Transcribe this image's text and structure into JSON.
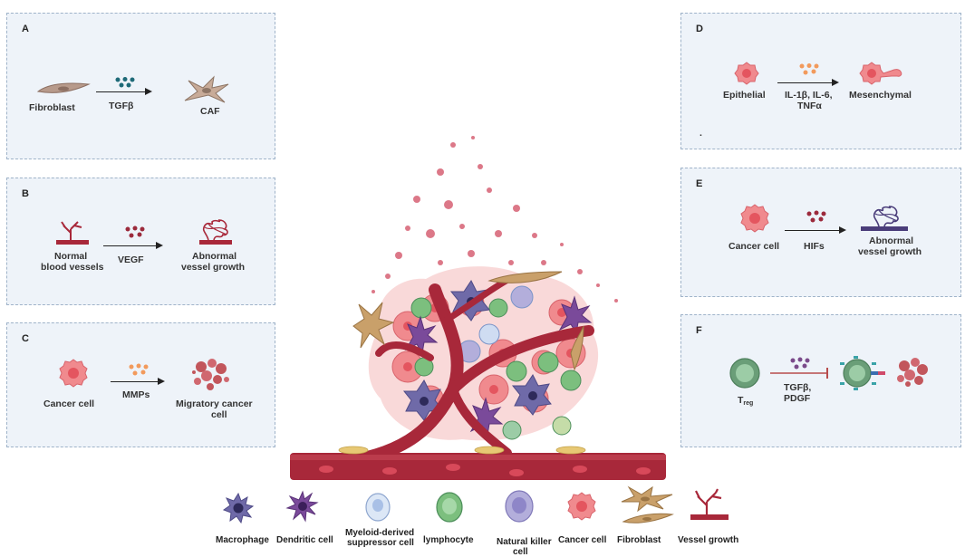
{
  "panels": {
    "a": {
      "letter": "A",
      "fibroblast": "Fibroblast",
      "factor": "TGFβ",
      "result": "CAF"
    },
    "b": {
      "letter": "B",
      "normal_1": "Normal",
      "normal_2": "blood vessels",
      "factor": "VEGF",
      "result_1": "Abnormal",
      "result_2": "vessel growth"
    },
    "c": {
      "letter": "C",
      "cell": "Cancer cell",
      "factor": "MMPs",
      "result_1": "Migratory cancer",
      "result_2": "cell"
    },
    "d": {
      "letter": "D",
      "source": "Epithelial",
      "factor_1": "IL-1β, IL-6,",
      "factor_2": "TNFα",
      "result": "Mesenchymal",
      "dot": "."
    },
    "e": {
      "letter": "E",
      "cell": "Cancer cell",
      "factor": "HIFs",
      "result_1": "Abnormal",
      "result_2": "vessel growth"
    },
    "f": {
      "letter": "F",
      "treg_main": "T",
      "treg_sub": "reg",
      "factor_1": "TGFβ,",
      "factor_2": "PDGF"
    }
  },
  "legend": {
    "macrophage": "Macrophage",
    "dendritic": "Dendritic cell",
    "mdsc_1": "Myeloid-derived",
    "mdsc_2": "suppressor cell",
    "lymphocyte": "lymphocyte",
    "nk_1": "Natural killer",
    "nk_2": "cell",
    "cancer": "Cancer cell",
    "fibroblast": "Fibroblast",
    "vessel": "Vessel growth"
  },
  "colors": {
    "panel_bg": "#eef3f9",
    "panel_border": "#9fb3c9",
    "vessel_red": "#a8283a",
    "cancer_pink": "#f08a8e",
    "macrophage_purple": "#6f6aa8",
    "dendritic_purple": "#7a4a9a",
    "lymphocyte_green": "#7cbf7e",
    "fibroblast_tan": "#c9a06a"
  }
}
